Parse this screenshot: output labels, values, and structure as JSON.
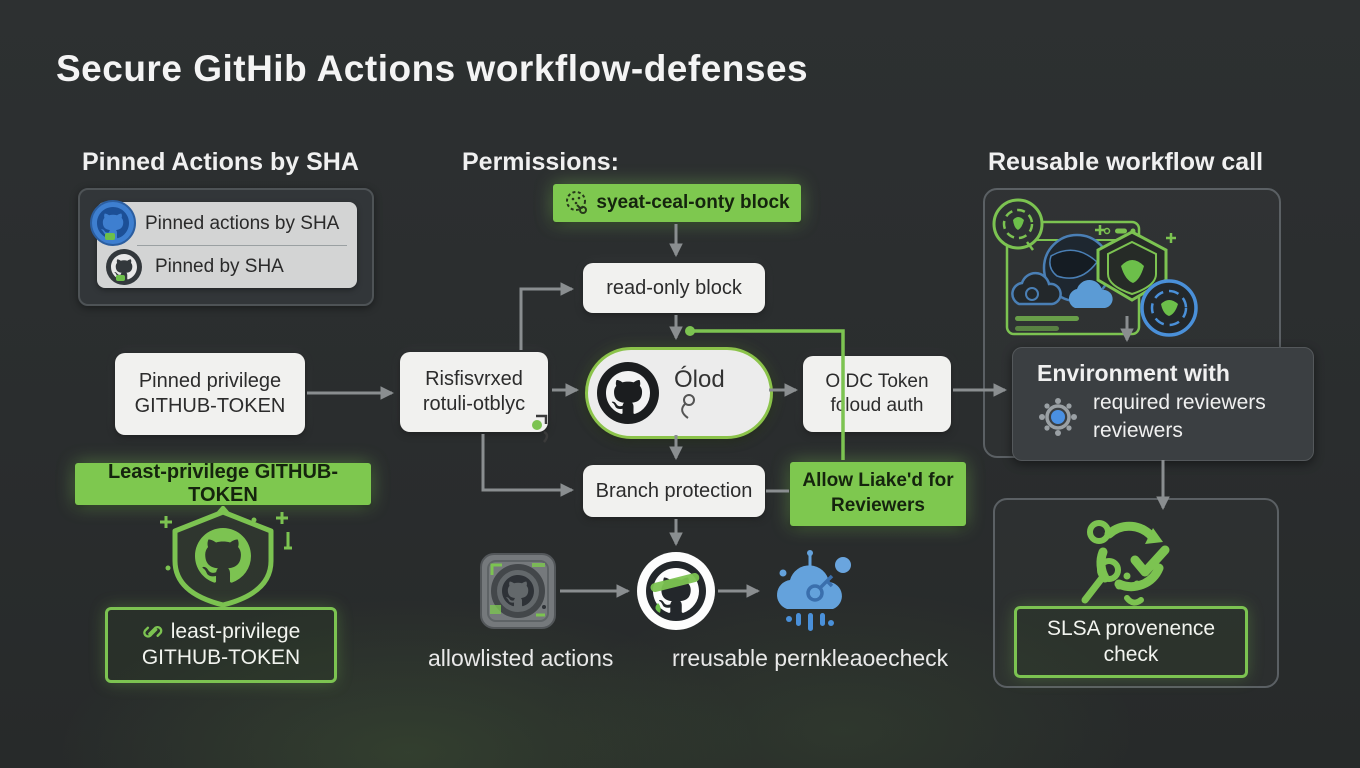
{
  "title": "Secure GitHib Actions workflow-defenses",
  "left": {
    "heading": "Pinned Actions by SHA",
    "card": {
      "row1": "Pinned actions by SHA",
      "row2": "Pinned by SHA"
    },
    "privilege": {
      "line1": "Pinned privilege",
      "line2": "GITHUB-TOKEN"
    },
    "least_privilege_banner": "Least-privilege GITHUB-TOKEN",
    "token_badge": {
      "line1": "least-privilege",
      "line2": "GITHUB-TOKEN"
    }
  },
  "middle": {
    "heading": "Permissions:",
    "permissions_banner": "syeat-ceal-onty block",
    "read_only": "read-only block",
    "risfis": {
      "line1": "Risfisvrxed",
      "line2": "rotuli-otblyc"
    },
    "pill_label": "Ólod",
    "oidc": {
      "line1": "OIDC Token",
      "line2": "fcloud auth"
    },
    "branch": "Branch protection",
    "allow": {
      "line1": "Allow Liake'd for",
      "line2": "Reviewers"
    },
    "captions": {
      "allowlisted": "allowlisted actions",
      "reusable": "rreusable pernkleaoecheck"
    }
  },
  "right": {
    "heading": "Reusable workflow call",
    "environment": {
      "line1": "Environment with",
      "line2": "required reviewers",
      "line3": "reviewers"
    },
    "slsa": {
      "line1": "SLSA provenence",
      "line2": "check"
    }
  },
  "colors": {
    "accent_green_fill": "#7ec84f",
    "accent_green_stroke": "#7cc351",
    "arrow_gray": "#8a8e90",
    "cloud_blue": "#64a2dc",
    "gear_dot_blue": "#4a90e2",
    "card_light": "#d3d4d4",
    "box_white": "#f1f1ef",
    "background_dark": "#2a2d2e"
  }
}
